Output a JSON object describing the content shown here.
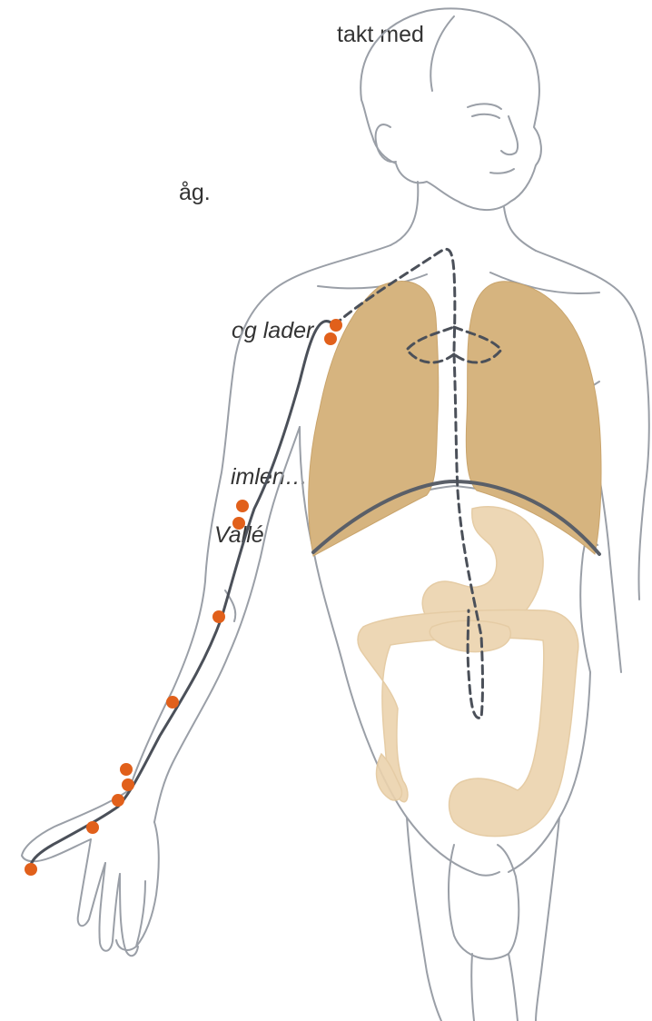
{
  "text_fragments": {
    "line1": "takt med",
    "line2": "åg.",
    "line3": "og lader",
    "line4": "imlen…”",
    "line5": "Vallé"
  },
  "colors": {
    "outline": "#9a9fa7",
    "lungs": "#d6b47f",
    "digestive": "#ecd3ad",
    "meridian": "#4b5059",
    "points": "#e1601b"
  },
  "icons": {
    "figure": "human-anatomy-meridian-figure"
  }
}
